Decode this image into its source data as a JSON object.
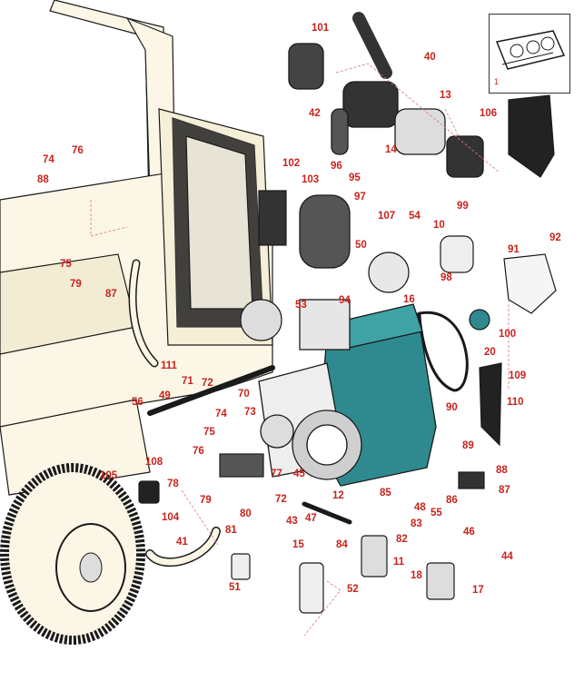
{
  "colors": {
    "callout": "#c8231c",
    "engine_teal": "#2e8a8e",
    "frame_cream": "#fbf6e6",
    "outline": "#1a1a1a",
    "leader": "#d77"
  },
  "inset": {
    "label": "1"
  },
  "callouts": [
    "101",
    "40",
    "13",
    "42",
    "106",
    "14",
    "96",
    "95",
    "102",
    "103",
    "97",
    "99",
    "107",
    "54",
    "10",
    "50",
    "91",
    "92",
    "98",
    "16",
    "53",
    "94",
    "100",
    "20",
    "109",
    "110",
    "111",
    "71",
    "72",
    "70",
    "49",
    "56",
    "73",
    "74",
    "75",
    "76",
    "90",
    "89",
    "88",
    "77",
    "45",
    "105",
    "108",
    "78",
    "79",
    "80",
    "12",
    "85",
    "48",
    "86",
    "72",
    "87",
    "81",
    "104",
    "43",
    "47",
    "83",
    "55",
    "84",
    "82",
    "46",
    "41",
    "15",
    "11",
    "44",
    "51",
    "52",
    "18",
    "17",
    "74",
    "76",
    "88",
    "75",
    "79",
    "87"
  ]
}
